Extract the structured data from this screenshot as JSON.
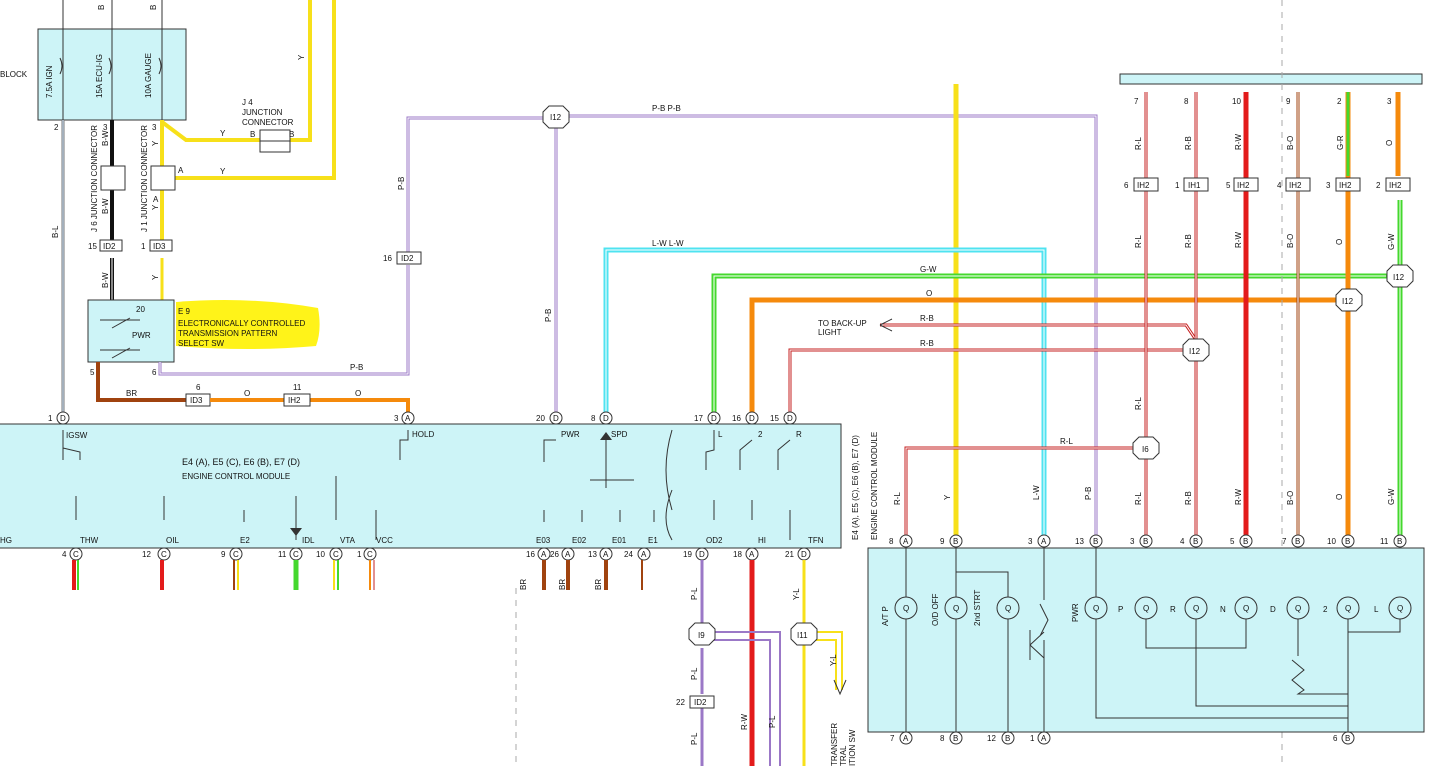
{
  "fuse_block": {
    "side_label": "BLOCK",
    "fuses": [
      "7.5A IGN",
      "15A ECU-IG",
      "10A GAUGE"
    ],
    "pins": [
      "2",
      "3",
      "3"
    ],
    "top_marks": [
      "B",
      "B"
    ]
  },
  "j4": {
    "ref": "J 4",
    "name1": "JUNCTION",
    "name2": "CONNECTOR",
    "pin_a": "B",
    "pin_b": "B"
  },
  "j6": {
    "name": "J 6 JUNCTION CONNECTOR"
  },
  "j1": {
    "name": "J 1 JUNCTION CONNECTOR",
    "pin": "A"
  },
  "connectors": {
    "id2_left": "ID2",
    "id2_left_pin": "15",
    "id3_top": "ID3",
    "id3_top_pin": "1",
    "id2_mid": "ID2",
    "id2_mid_pin": "16",
    "id3_bottom": "ID3",
    "id3_bottom_pin": "6",
    "ih2_a": "IH2",
    "ih2_a_pin": "11",
    "id2_bot": "ID2",
    "id2_bot_pin": "22"
  },
  "switch_e9": {
    "ref": "E 9",
    "line1": "ELECTRONICALLY CONTROLLED",
    "line2": "TRANSMISSION PATTERN",
    "line3": "SELECT SW",
    "pwr": "PWR",
    "zero": "20",
    "pin5": "5",
    "pin6": "6"
  },
  "wires": {
    "bl": "B-L",
    "bw": "B-W",
    "y": "Y",
    "b": "B",
    "pb": "P-B",
    "pb_pair": "P-B  P-B",
    "br": "BR",
    "o": "O",
    "lw": "L-W",
    "lw_pair": "L-W  L-W",
    "gw": "G-W",
    "rb": "R-B",
    "rl": "R-L",
    "rw": "R-W",
    "bo": "B-O",
    "gr": "G-R",
    "pl": "P-L",
    "yl": "Y-L"
  },
  "splices": {
    "i12": "I12",
    "i6": "I6",
    "i9": "I9",
    "i11": "I11"
  },
  "backup": {
    "line1": "TO BACK-UP",
    "line2": "LIGHT"
  },
  "ecm": {
    "title": "ENGINE CONTROL MODULE",
    "codes": "E4 (A), E5 (C), E6 (B), E7 (D)",
    "top_pins": [
      {
        "num": "1",
        "letter": "D",
        "label": "IGSW"
      },
      {
        "num": "3",
        "letter": "A",
        "label": "HOLD"
      },
      {
        "num": "20",
        "letter": "D",
        "label": "PWR"
      },
      {
        "num": "8",
        "letter": "D",
        "label": "SPD"
      },
      {
        "num": "17",
        "letter": "D",
        "label": "L"
      },
      {
        "num": "16",
        "letter": "D",
        "label": "2"
      },
      {
        "num": "15",
        "letter": "D",
        "label": "R"
      }
    ],
    "bottom_pins": [
      {
        "num": "4",
        "letter": "C",
        "label": "THW"
      },
      {
        "num": "12",
        "letter": "C",
        "label": "OIL"
      },
      {
        "num": "9",
        "letter": "C",
        "label": "E2"
      },
      {
        "num": "11",
        "letter": "C",
        "label": "IDL"
      },
      {
        "num": "10",
        "letter": "C",
        "label": "VTA"
      },
      {
        "num": "1",
        "letter": "C",
        "label": "VCC"
      },
      {
        "num": "16",
        "letter": "A",
        "label": "E03"
      },
      {
        "num": "26",
        "letter": "A",
        "label": "E02"
      },
      {
        "num": "13",
        "letter": "A",
        "label": "E01"
      },
      {
        "num": "24",
        "letter": "A",
        "label": "E1"
      },
      {
        "num": "19",
        "letter": "D",
        "label": "OD2"
      },
      {
        "num": "18",
        "letter": "A",
        "label": "HI"
      },
      {
        "num": "21",
        "letter": "D",
        "label": "TFN"
      }
    ],
    "left_label": "HG"
  },
  "ecm2": {
    "title": "ENGINE CONTROL MODULE",
    "codes": "E4 (A), E5 (C), E6 (B), E7 (D)",
    "top_pins": [
      {
        "num": "8",
        "letter": "A",
        "wire": "R-L"
      },
      {
        "num": "9",
        "letter": "B",
        "wire": "Y"
      },
      {
        "num": "3",
        "letter": "A",
        "wire": "L-W"
      },
      {
        "num": "13",
        "letter": "B",
        "wire": "P-B"
      },
      {
        "num": "3",
        "letter": "B",
        "wire": "R-L"
      },
      {
        "num": "4",
        "letter": "B",
        "wire": "R-B"
      },
      {
        "num": "5",
        "letter": "B",
        "wire": "R-W"
      },
      {
        "num": "7",
        "letter": "B",
        "wire": "B-O"
      },
      {
        "num": "10",
        "letter": "B",
        "wire": "O"
      },
      {
        "num": "11",
        "letter": "B",
        "wire": "G-W"
      }
    ],
    "lamps": [
      "A/T P",
      "O/D OFF",
      "2nd STRT",
      "PWR",
      "P",
      "R",
      "N",
      "D",
      "2",
      "L"
    ],
    "bottom_pins": [
      {
        "num": "7",
        "letter": "A"
      },
      {
        "num": "8",
        "letter": "B"
      },
      {
        "num": "12",
        "letter": "B"
      },
      {
        "num": "1",
        "letter": "A"
      },
      {
        "num": "6",
        "letter": "B"
      }
    ]
  },
  "right_top": {
    "pins": [
      "7",
      "8",
      "10",
      "9",
      "2",
      "3"
    ],
    "wires": [
      "R-L",
      "R-B",
      "R-W",
      "B-O",
      "G-R",
      "O"
    ],
    "ih2_pins": [
      "6",
      "1",
      "5",
      "4",
      "3",
      "2"
    ],
    "ih_labels": [
      "IH2",
      "IH1",
      "IH2",
      "IH2",
      "IH2",
      "IH2"
    ],
    "wires2": [
      "R-L",
      "R-B",
      "R-W",
      "B-O",
      "O",
      "G-W"
    ]
  },
  "transfer": {
    "line1": "TRANSFER",
    "line2": "TRAL",
    "line3": "ITION SW"
  },
  "colors": {
    "yellow": "#f7e01a",
    "orange": "#f58a0c",
    "cyan": "#4fe3f0",
    "green": "#44d82e",
    "red": "#e31b1b",
    "brown": "#a0430f",
    "purple": "#9b78c7",
    "panel": "#cdf4f7",
    "highlight": "#fff200"
  }
}
